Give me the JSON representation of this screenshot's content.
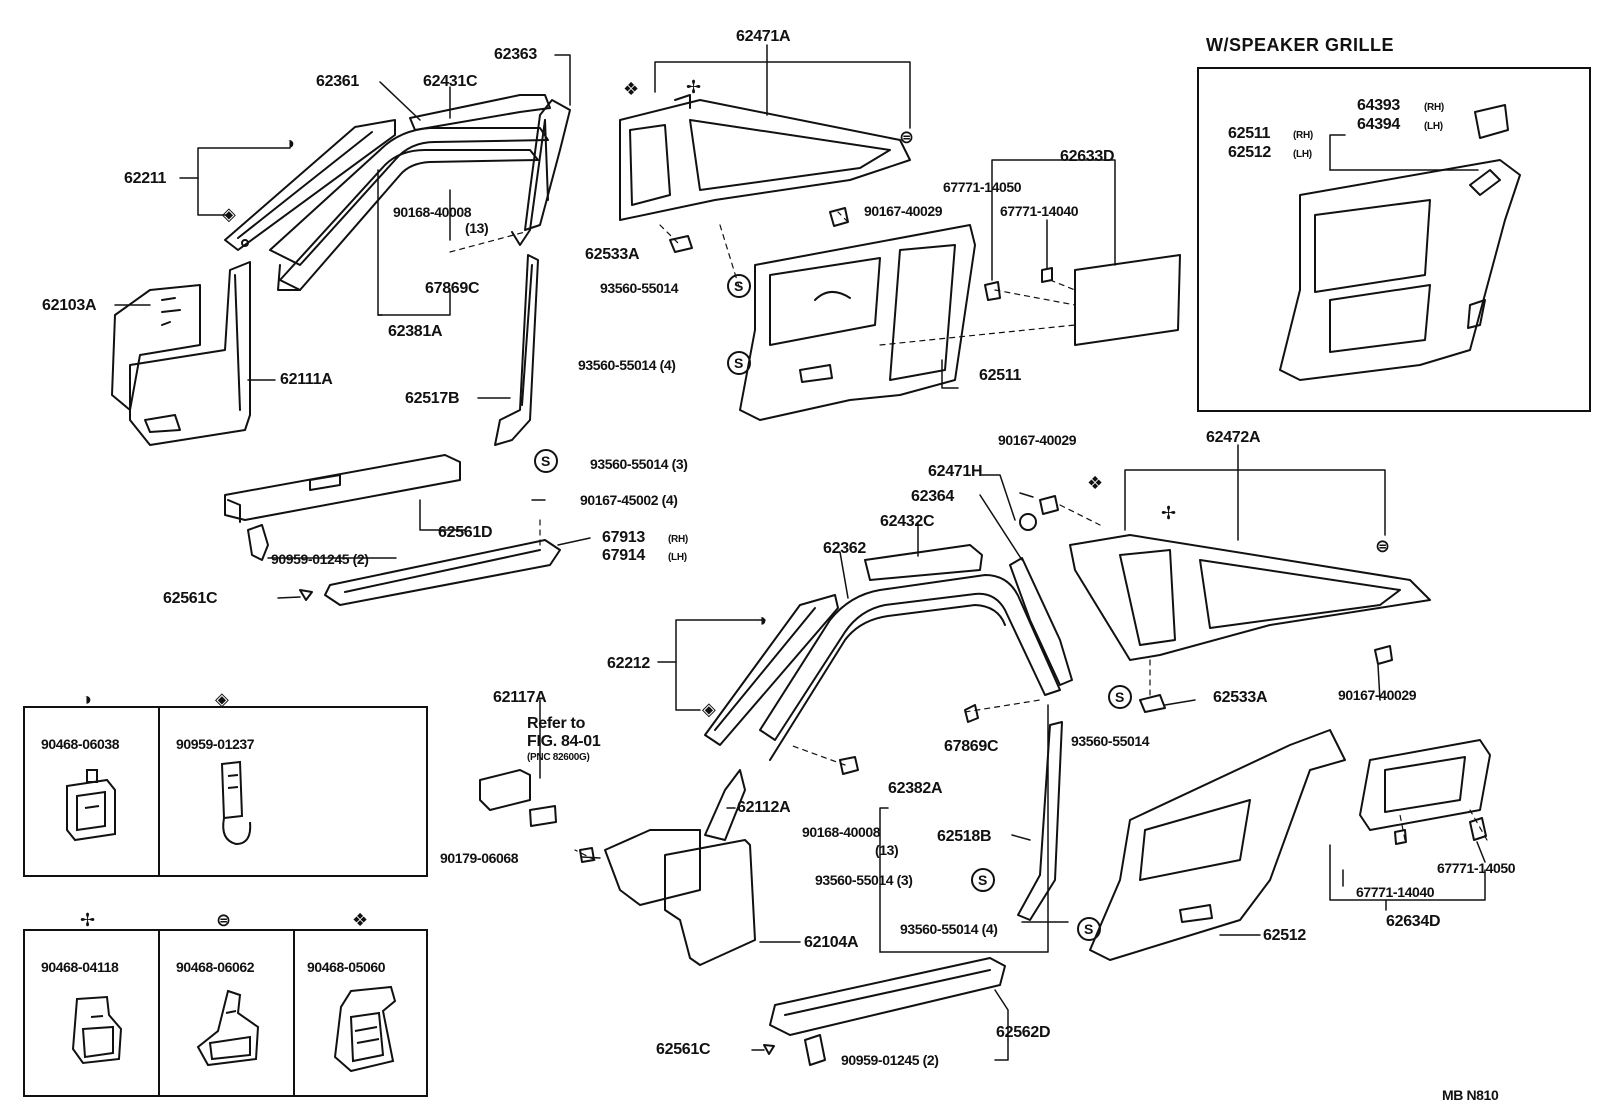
{
  "speaker_grille": {
    "title": "W/SPEAKER GRILLE",
    "p64393": "64393",
    "p64394": "64394",
    "p62511": "62511",
    "p62512": "62512",
    "rh": "(RH)",
    "lh": "(LH)"
  },
  "labels": {
    "p62471A": "62471A",
    "p62363": "62363",
    "p62361": "62361",
    "p62431C": "62431C",
    "p62211": "62211",
    "p90168_40008_a": "90168-40008",
    "q13_a": "(13)",
    "p67869C_a": "67869C",
    "p62381A": "62381A",
    "p62103A": "62103A",
    "p62111A": "62111A",
    "p62517B": "62517B",
    "p62633D": "62633D",
    "p67771_14050_a": "67771-14050",
    "p67771_14040_a": "67771-14040",
    "p90167_40029_a": "90167-40029",
    "p62533A_a": "62533A",
    "p93560_55014_a": "93560-55014",
    "p93560_55014_4a": "93560-55014 (4)",
    "p62511_main": "62511",
    "p93560_55014_3a": "93560-55014 (3)",
    "p90167_45002": "90167-45002 (4)",
    "p62561D": "62561D",
    "p67913": "67913",
    "p67914": "67914",
    "rh": "(RH)",
    "lh": "(LH)",
    "p90959_01245_a": "90959-01245 (2)",
    "p62561C_a": "62561C",
    "p90167_40029_b": "90167-40029",
    "p62472A": "62472A",
    "p62471H": "62471H",
    "p62364": "62364",
    "p62432C": "62432C",
    "p62362": "62362",
    "p62212": "62212",
    "p62117A": "62117A",
    "refer_to": "Refer to",
    "fig": "FIG. 84-01",
    "pnc": "(PNC 82600G)",
    "p62112A": "62112A",
    "p90168_40008_b": "90168-40008",
    "q13_b": "(13)",
    "p67869C_b": "67869C",
    "p62382A": "62382A",
    "p93560_55014_b": "93560-55014",
    "p62533A_b": "62533A",
    "p90167_40029_c": "90167-40029",
    "p90179_06068": "90179-06068",
    "p62518B": "62518B",
    "p93560_55014_3b": "93560-55014 (3)",
    "p93560_55014_4b": "93560-55014 (4)",
    "p62104A": "62104A",
    "p62512_main": "62512",
    "p67771_14050_b": "67771-14050",
    "p67771_14040_b": "67771-14040",
    "p62634D": "62634D",
    "p62562D": "62562D",
    "p62561C_b": "62561C",
    "p90959_01245_b": "90959-01245 (2)",
    "s": "S",
    "footer": "MB  N810"
  },
  "legend_top": [
    {
      "part": "90468-06038",
      "icon": "half-circle-icon"
    },
    {
      "part": "90959-01237",
      "icon": "diamond-icon"
    }
  ],
  "legend_bottom": [
    {
      "part": "90468-04118",
      "icon": "cross-arrow-icon"
    },
    {
      "part": "90468-06062",
      "icon": "ring-icon"
    },
    {
      "part": "90468-05060",
      "icon": "four-diamond-icon"
    }
  ]
}
